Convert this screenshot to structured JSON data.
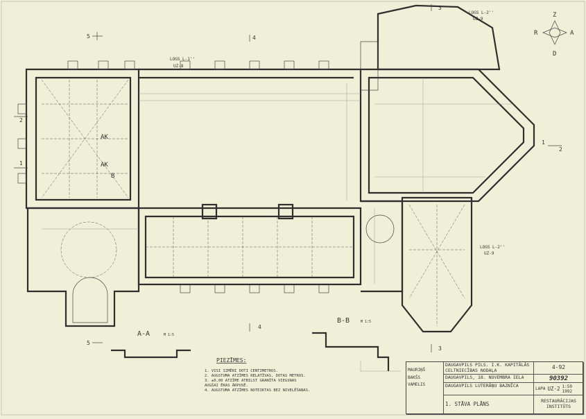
{
  "compass": {
    "north": "Z",
    "south": "D",
    "east": "A",
    "west": "R"
  },
  "section_markers": [
    "5",
    "4",
    "3",
    "2",
    "1"
  ],
  "windows": [
    {
      "label": "LOGS L-1''",
      "ref": "UZ-8"
    },
    {
      "label": "LOGS L-2''",
      "ref": "UZ-9"
    },
    {
      "label": "LOGS L-2''",
      "ref": "UZ-9"
    }
  ],
  "plan_labels": {
    "ak1": "AK",
    "ak2": "AK",
    "b": "B"
  },
  "sections": [
    {
      "title": "A-A",
      "scale": "M 1:5"
    },
    {
      "title": "B-B",
      "scale": "M 1:5"
    }
  ],
  "notes": {
    "title": "PIEZĪMES:",
    "items": [
      "1. VISI IZMĒRI DOTI CENTIMETROS.",
      "2. AUGSTUMA ATZĪMES RELATĪVAS, DOTAS METROS.",
      "3. ±0,00 ATZĪME ATBILST GRANĪTA VIEGSNAS",
      "   AUGŠAI ĒKAS ĀRPUSĒ.",
      "4. AUGSTUMA ATZĪMES NOTEIKTAS BEZ NIVELĒŠANAS."
    ]
  },
  "title_block": {
    "client": "DAUGAVPILS PILS. I.K. KAPITĀLĀS CELTNIECĪBAS NODAĻA",
    "order_no": "4-92",
    "address": "DAUGAVPILS, 18. NOVEMBRA IELA",
    "archive_no": "90392",
    "object": "DAUGAVPILS LUTERĀŅU BAZNĪCA",
    "sheet_label": "LAPA",
    "sheet": "UZ-2",
    "scale": "1:50",
    "year": "1992",
    "drawing": "1. STĀVA PLĀNS",
    "institute": "RESTAURĀCIJAS INSTITŪTS",
    "signatures": [
      "MAURIŅŠ",
      "BAKŠS",
      "VAMELIS"
    ]
  }
}
